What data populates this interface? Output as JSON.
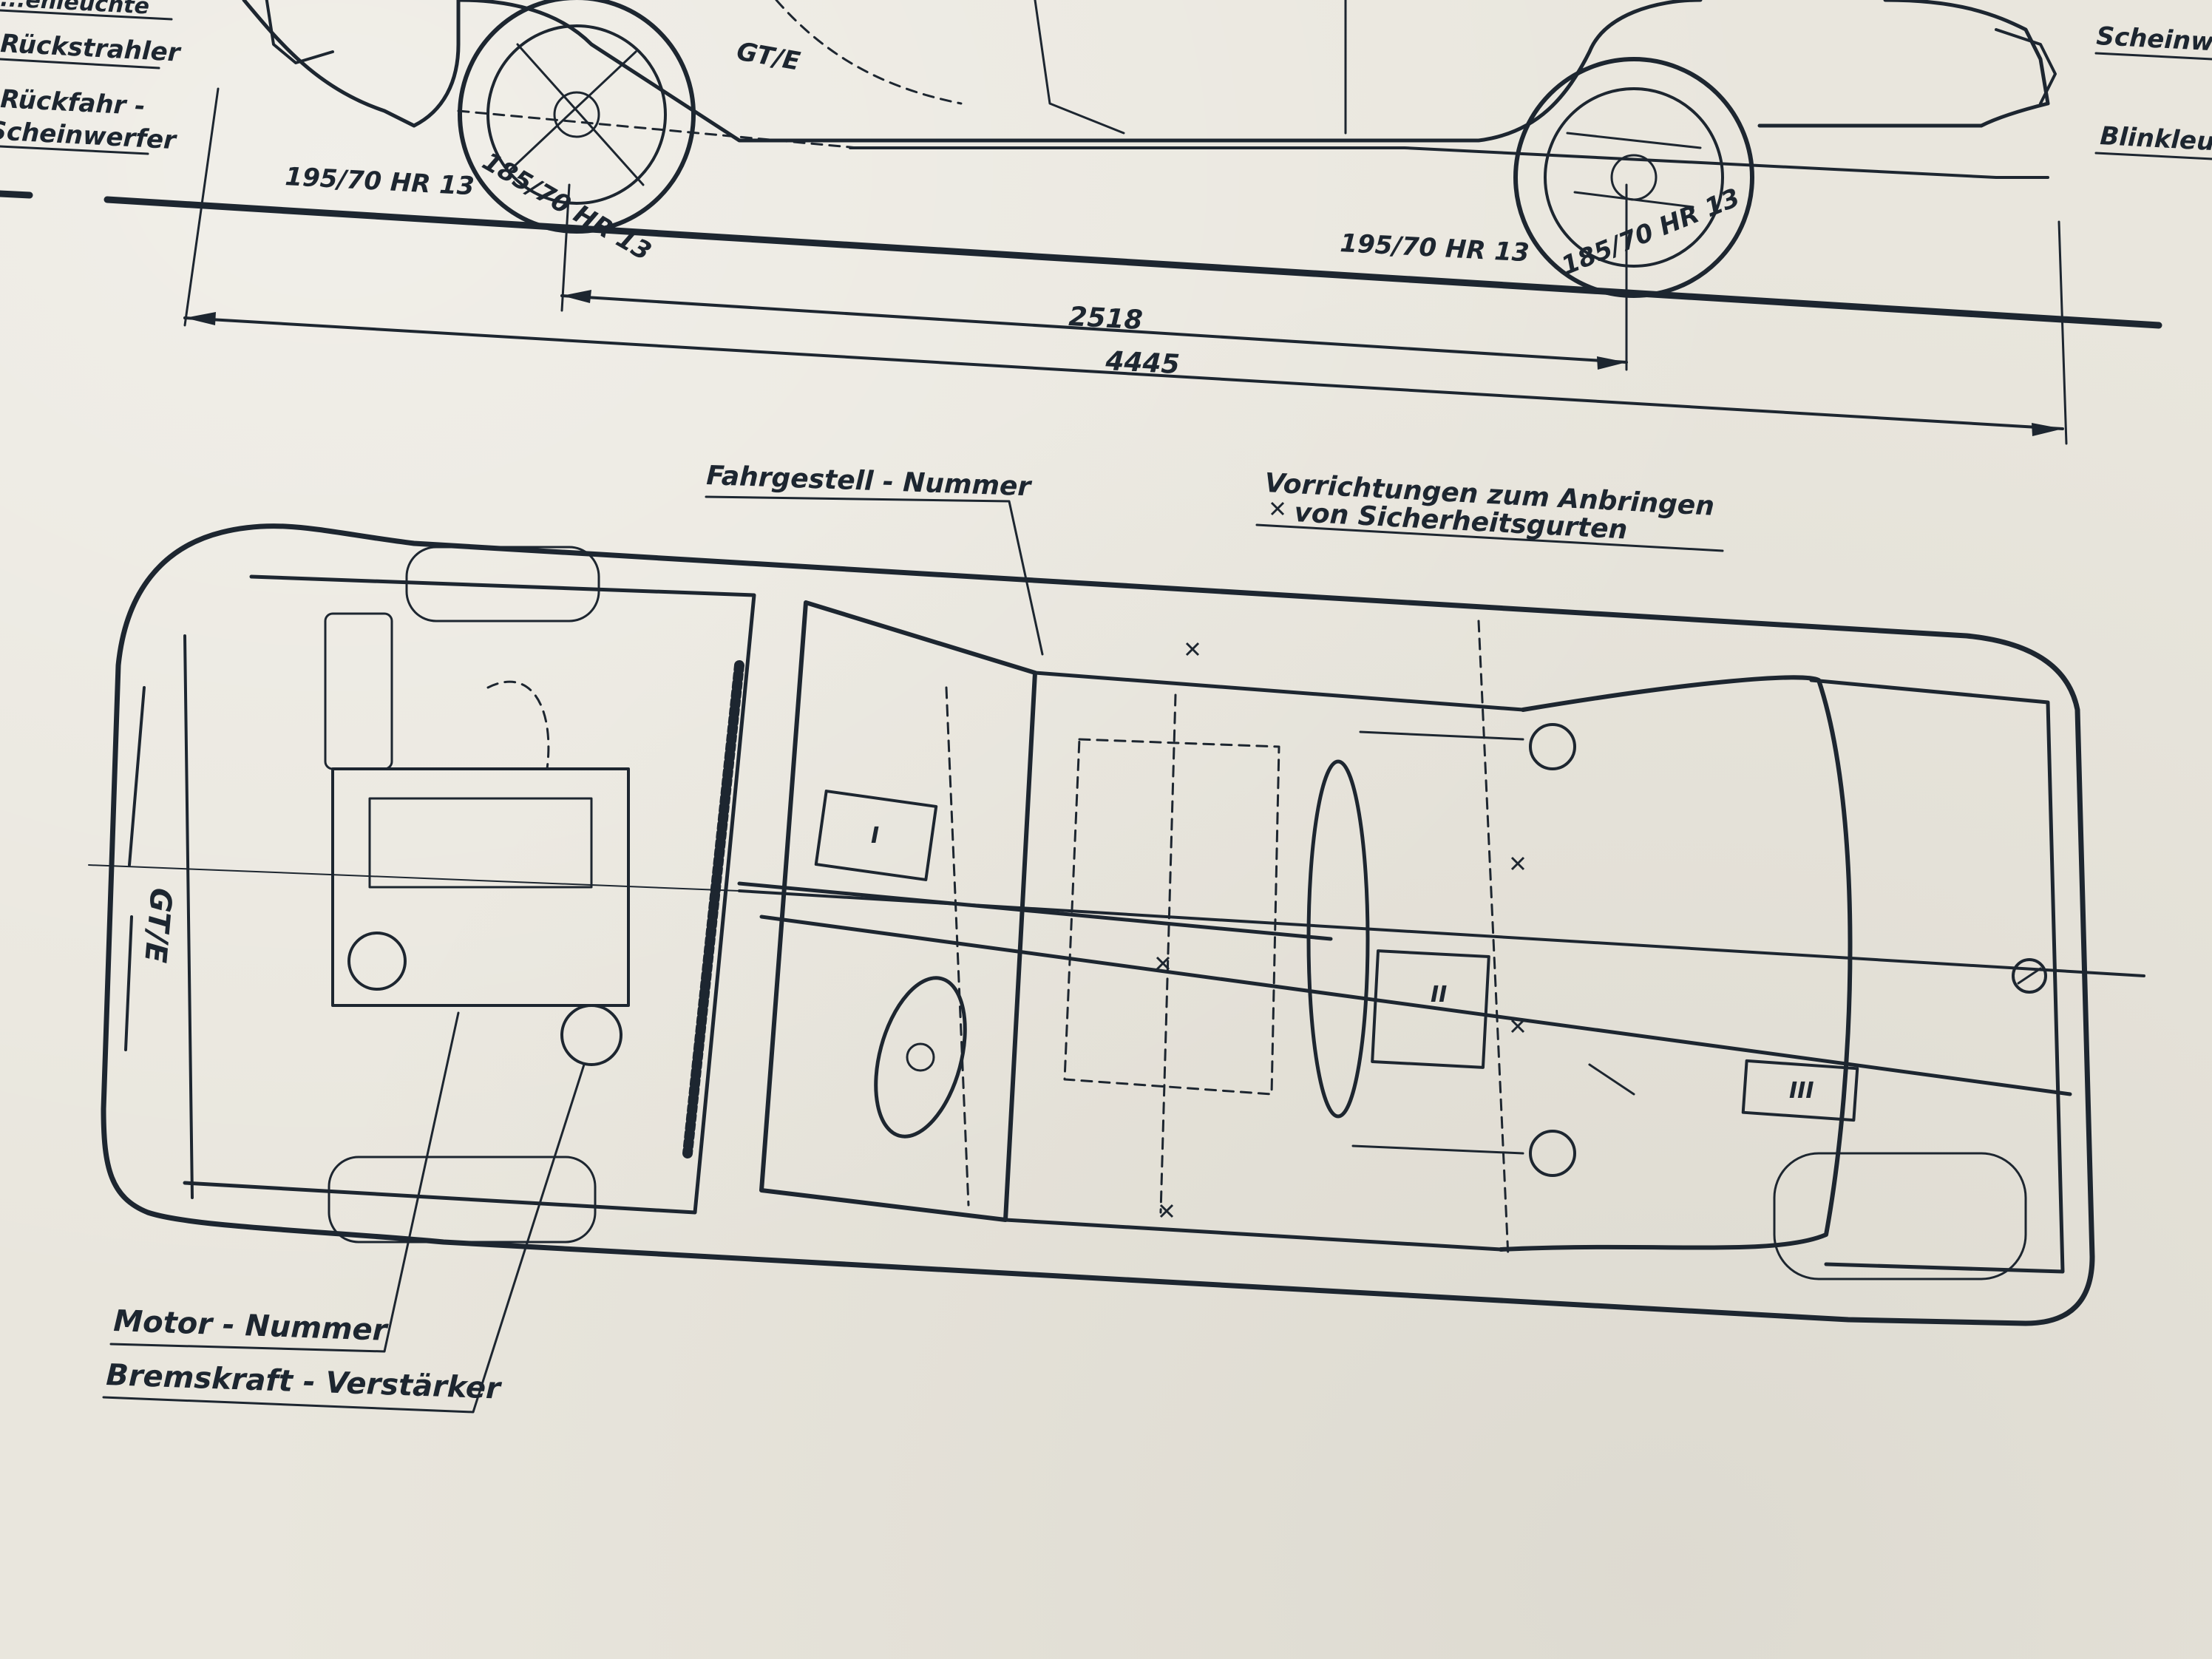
{
  "side_view": {
    "labels": {
      "rear_partial": "...enleuchte",
      "reflector": "Rückstrahler",
      "reverse_light_line1": "Rückfahr -",
      "reverse_light_line2": "Scheinwerfer",
      "headlight": "Scheinwe...",
      "indicator": "Blinkleuc..."
    },
    "tyres": {
      "rear_ground": "195/70 HR 13",
      "rear_wheel": "185/70 HR 13",
      "front_ground": "195/70 HR 13",
      "front_wheel": "185/70 HR 13"
    },
    "badge": "GT/E",
    "dimensions": {
      "wheelbase": "2518",
      "overall_length": "4445"
    }
  },
  "top_view": {
    "labels": {
      "chassis_number": "Fahrgestell - Nummer",
      "seatbelt_line1": "Vorrichtungen  zum  Anbringen",
      "seatbelt_line2": "von  Sicherheitsgurten",
      "engine_number": "Motor - Nummer",
      "brake_booster": "Bremskraft - Verstärker"
    },
    "badge": "GT/E",
    "components": {
      "box_1": "I",
      "box_2": "II",
      "box_3": "III"
    }
  }
}
